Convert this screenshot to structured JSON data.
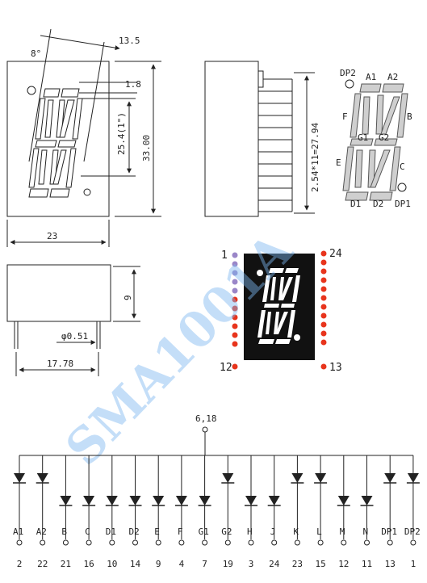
{
  "front_view": {
    "angle": "8°",
    "top_dim": "13.5",
    "seg_dim": "1.8",
    "char_height": "25.4(1\")",
    "total_height": "33.00",
    "width": "23"
  },
  "side_view": {
    "pitch": "2.54*11=27.94"
  },
  "segment_map": {
    "labels": [
      "DP2",
      "A1",
      "A2",
      "F",
      "B",
      "G1",
      "G2",
      "E",
      "C",
      "D1",
      "D2",
      "DP1"
    ],
    "DP2": "DP2",
    "A1": "A1",
    "A2": "A2",
    "F": "F",
    "B": "B",
    "G1": "G1",
    "G2": "G2",
    "E": "E",
    "C": "C",
    "D1": "D1",
    "D2": "D2",
    "DP1": "DP1"
  },
  "bottom_view": {
    "height": "9",
    "pin_dia": "φ0.51",
    "pin_span": "17.78"
  },
  "pin_view": {
    "pin_1": "1",
    "pin_12": "12",
    "pin_24": "24",
    "pin_13": "13"
  },
  "watermark": "SMA1001A",
  "circuit": {
    "common": "6,18",
    "segments": [
      "A1",
      "A2",
      "B",
      "C",
      "D1",
      "D2",
      "E",
      "F",
      "G1",
      "G2",
      "H",
      "J",
      "K",
      "L",
      "M",
      "N",
      "DP1",
      "DP2"
    ],
    "pins": [
      "2",
      "22",
      "21",
      "16",
      "10",
      "14",
      "9",
      "4",
      "7",
      "19",
      "3",
      "24",
      "23",
      "15",
      "12",
      "11",
      "13",
      "1"
    ]
  },
  "colors": {
    "line": "#222222",
    "segment_fill": "#cfcfcf",
    "pin_red": "#e8341c",
    "pin_blue": "#9a86c8"
  }
}
